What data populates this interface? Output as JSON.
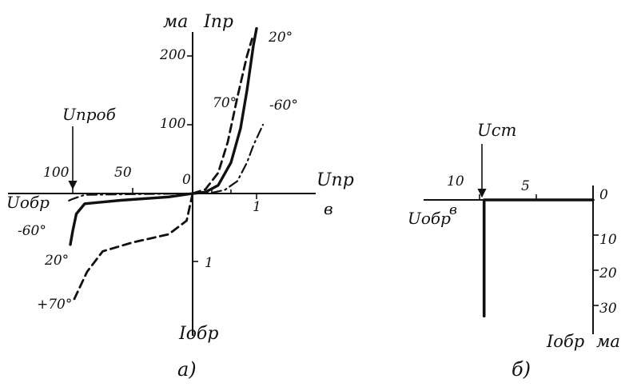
{
  "chart_data": [
    {
      "type": "line",
      "title": "а)",
      "axes": {
        "y_pos_unit": "ма",
        "y_pos_label": "Iпр",
        "y_neg_label": "Iобр",
        "x_pos_label": "Uпр",
        "x_pos_unit": "в",
        "x_neg_label": "Uобр",
        "origin_label": "0",
        "breakdown_label": "Uпроб"
      },
      "y_ticks_pos": [
        "100",
        "200"
      ],
      "y_ticks_neg": [
        "1"
      ],
      "x_ticks_pos": [
        "1"
      ],
      "x_ticks_neg": [
        "50",
        "100"
      ],
      "series": [
        {
          "name": "20°",
          "style": "solid",
          "forward": [
            [
              0,
              0
            ],
            [
              0.2,
              2
            ],
            [
              0.4,
              12
            ],
            [
              0.6,
              45
            ],
            [
              0.75,
              95
            ],
            [
              0.85,
              150
            ],
            [
              0.95,
              215
            ],
            [
              1.0,
              240
            ]
          ],
          "reverse": [
            [
              0,
              0
            ],
            [
              -20,
              -0.05
            ],
            [
              -60,
              -0.1
            ],
            [
              -90,
              -0.15
            ],
            [
              -97,
              -0.3
            ],
            [
              -100,
              -0.55
            ],
            [
              -102,
              -0.75
            ]
          ]
        },
        {
          "name": "70°",
          "style": "dashed",
          "forward": [
            [
              0,
              0
            ],
            [
              0.2,
              6
            ],
            [
              0.4,
              30
            ],
            [
              0.55,
              75
            ],
            [
              0.7,
              140
            ],
            [
              0.85,
              200
            ],
            [
              0.93,
              225
            ]
          ],
          "reverse": [
            [
              0,
              0
            ],
            [
              -5,
              -0.4
            ],
            [
              -20,
              -0.6
            ],
            [
              -50,
              -0.72
            ],
            [
              -75,
              -0.85
            ],
            [
              -88,
              -1.15
            ],
            [
              -96,
              -1.45
            ],
            [
              -100,
              -1.6
            ]
          ]
        },
        {
          "name": "-60°",
          "style": "dashdot",
          "forward": [
            [
              0,
              0
            ],
            [
              0.3,
              1
            ],
            [
              0.5,
              5
            ],
            [
              0.7,
              18
            ],
            [
              0.85,
              45
            ],
            [
              0.95,
              70
            ],
            [
              1.1,
              100
            ]
          ],
          "reverse": [
            [
              0,
              0
            ],
            [
              -50,
              -0.01
            ],
            [
              -90,
              -0.02
            ],
            [
              -100,
              -0.08
            ],
            [
              -105,
              -0.12
            ]
          ]
        }
      ],
      "curve_labels": [
        "20°",
        "70°",
        "-60°",
        "-60°",
        "20°",
        "+70°"
      ]
    },
    {
      "type": "line",
      "title": "б)",
      "axes": {
        "x_neg_label": "Uобр",
        "x_neg_unit": "в",
        "y_neg_label": "Iобр",
        "y_neg_unit": "ма",
        "stab_label": "Uст"
      },
      "x_ticks": [
        "10",
        "5"
      ],
      "y_ticks": [
        "0",
        "10",
        "20",
        "30"
      ],
      "series": [
        {
          "name": "",
          "style": "solid",
          "points": [
            [
              0,
              0
            ],
            [
              9.6,
              0
            ],
            [
              9.6,
              -0.5
            ],
            [
              9.6,
              -33
            ]
          ]
        }
      ]
    }
  ]
}
